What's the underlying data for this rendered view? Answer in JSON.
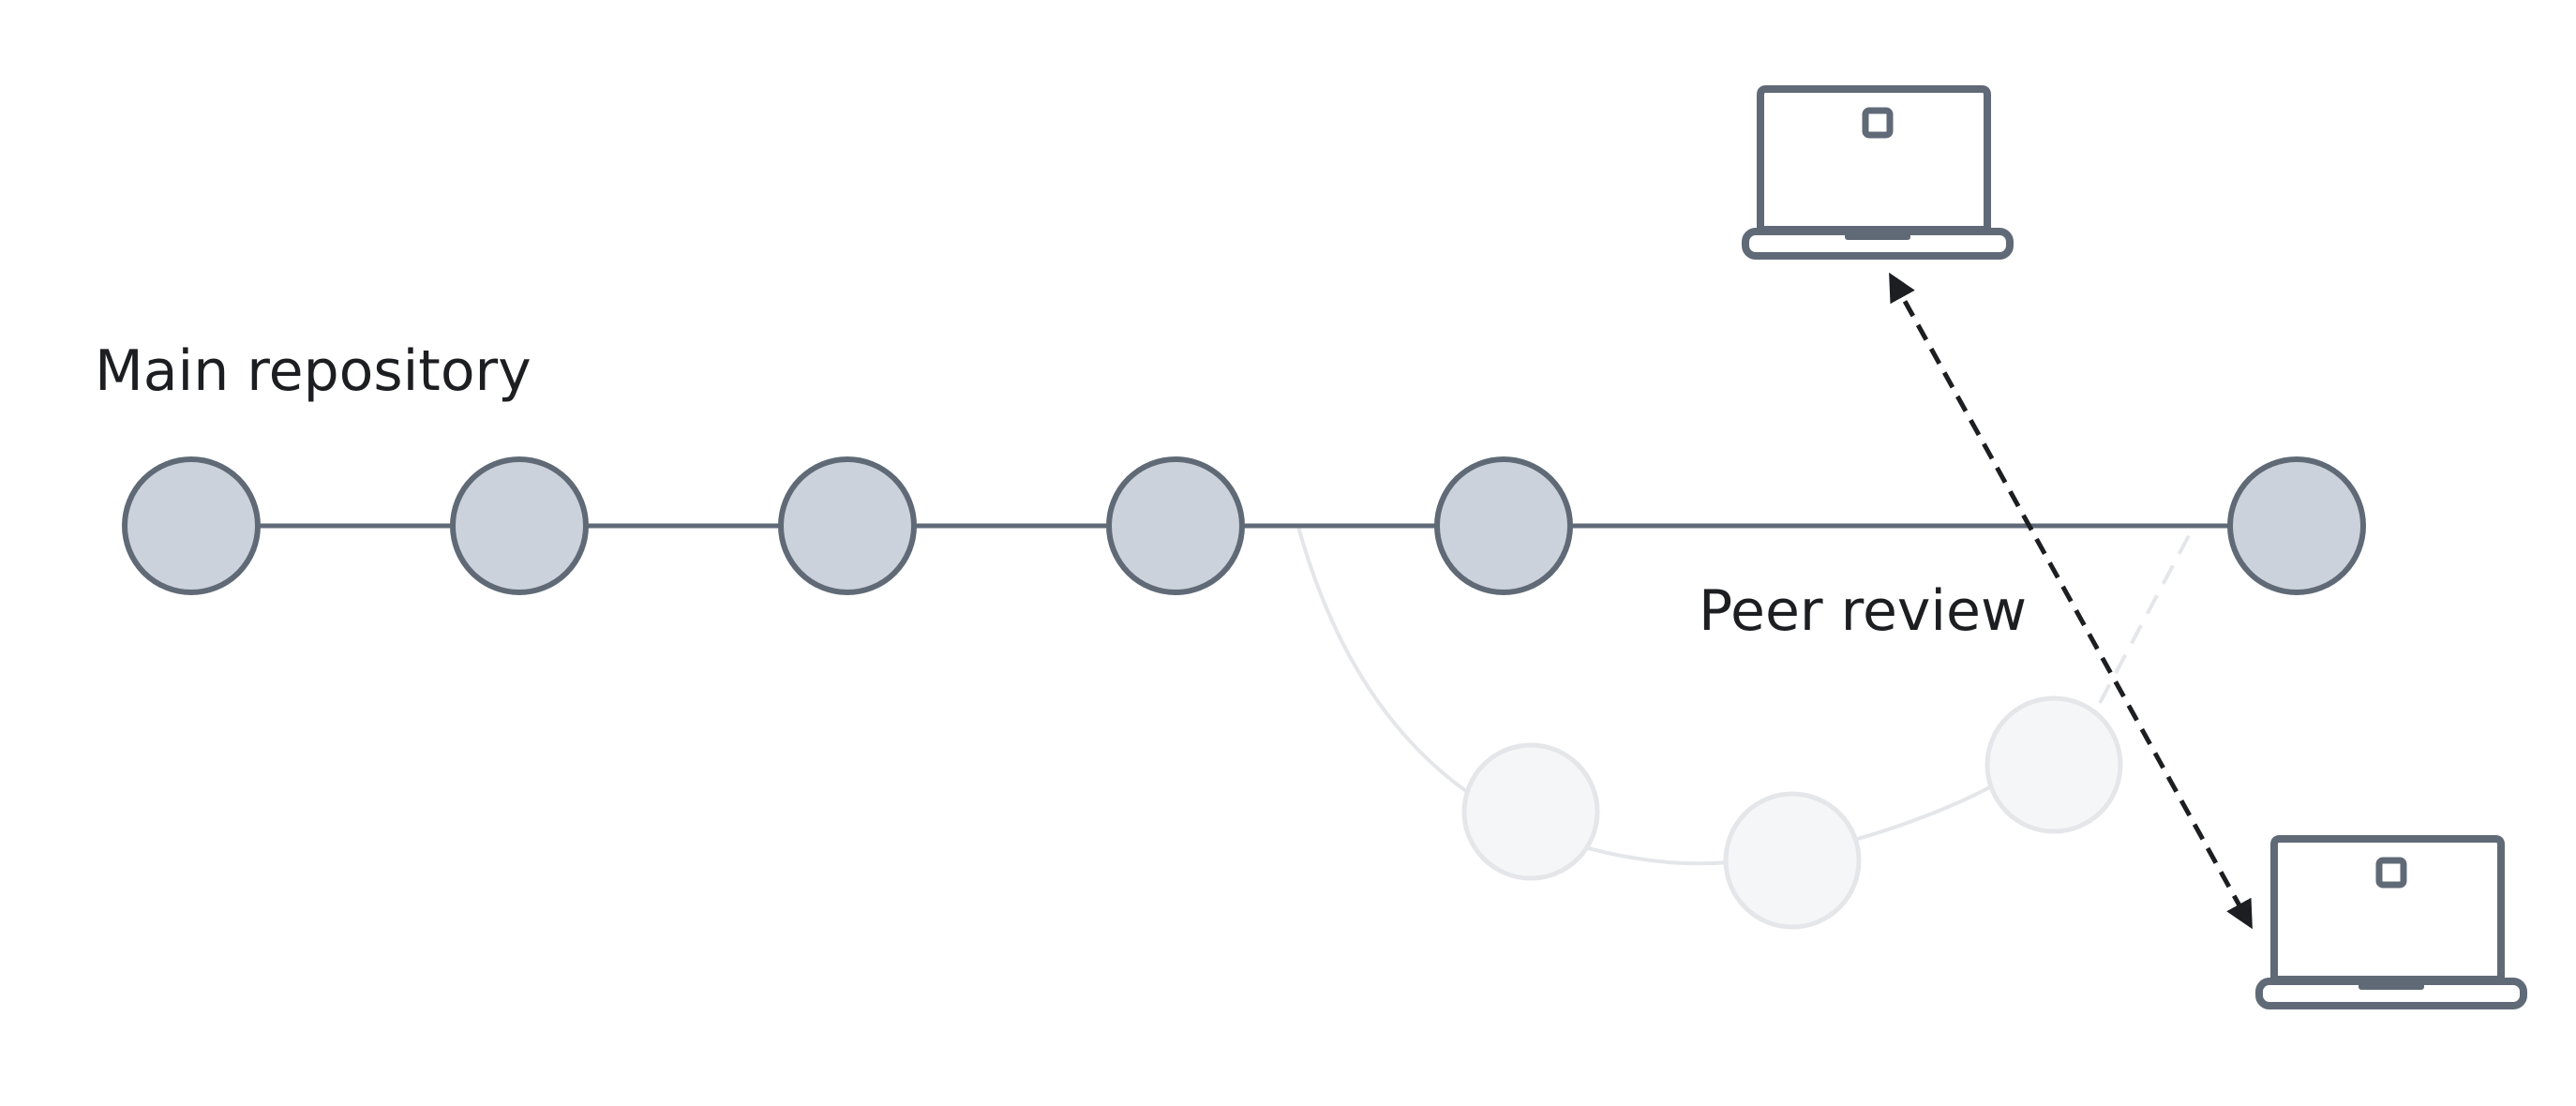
{
  "labels": {
    "main_repository": "Main repository",
    "peer_review": "Peer review"
  },
  "diagram": {
    "main_branch": {
      "commit_count": 6,
      "node_color": "#cbd2db",
      "stroke_color": "#606a77"
    },
    "feature_branch": {
      "commit_count": 3,
      "faded": true,
      "node_color": "#f5f6f7",
      "stroke_color": "#e4e6e9"
    },
    "devices": [
      {
        "icon": "laptop-icon"
      },
      {
        "icon": "laptop-icon"
      }
    ],
    "review_link": {
      "style": "dashed",
      "arrowheads": "both",
      "color": "#1c1e21"
    }
  }
}
